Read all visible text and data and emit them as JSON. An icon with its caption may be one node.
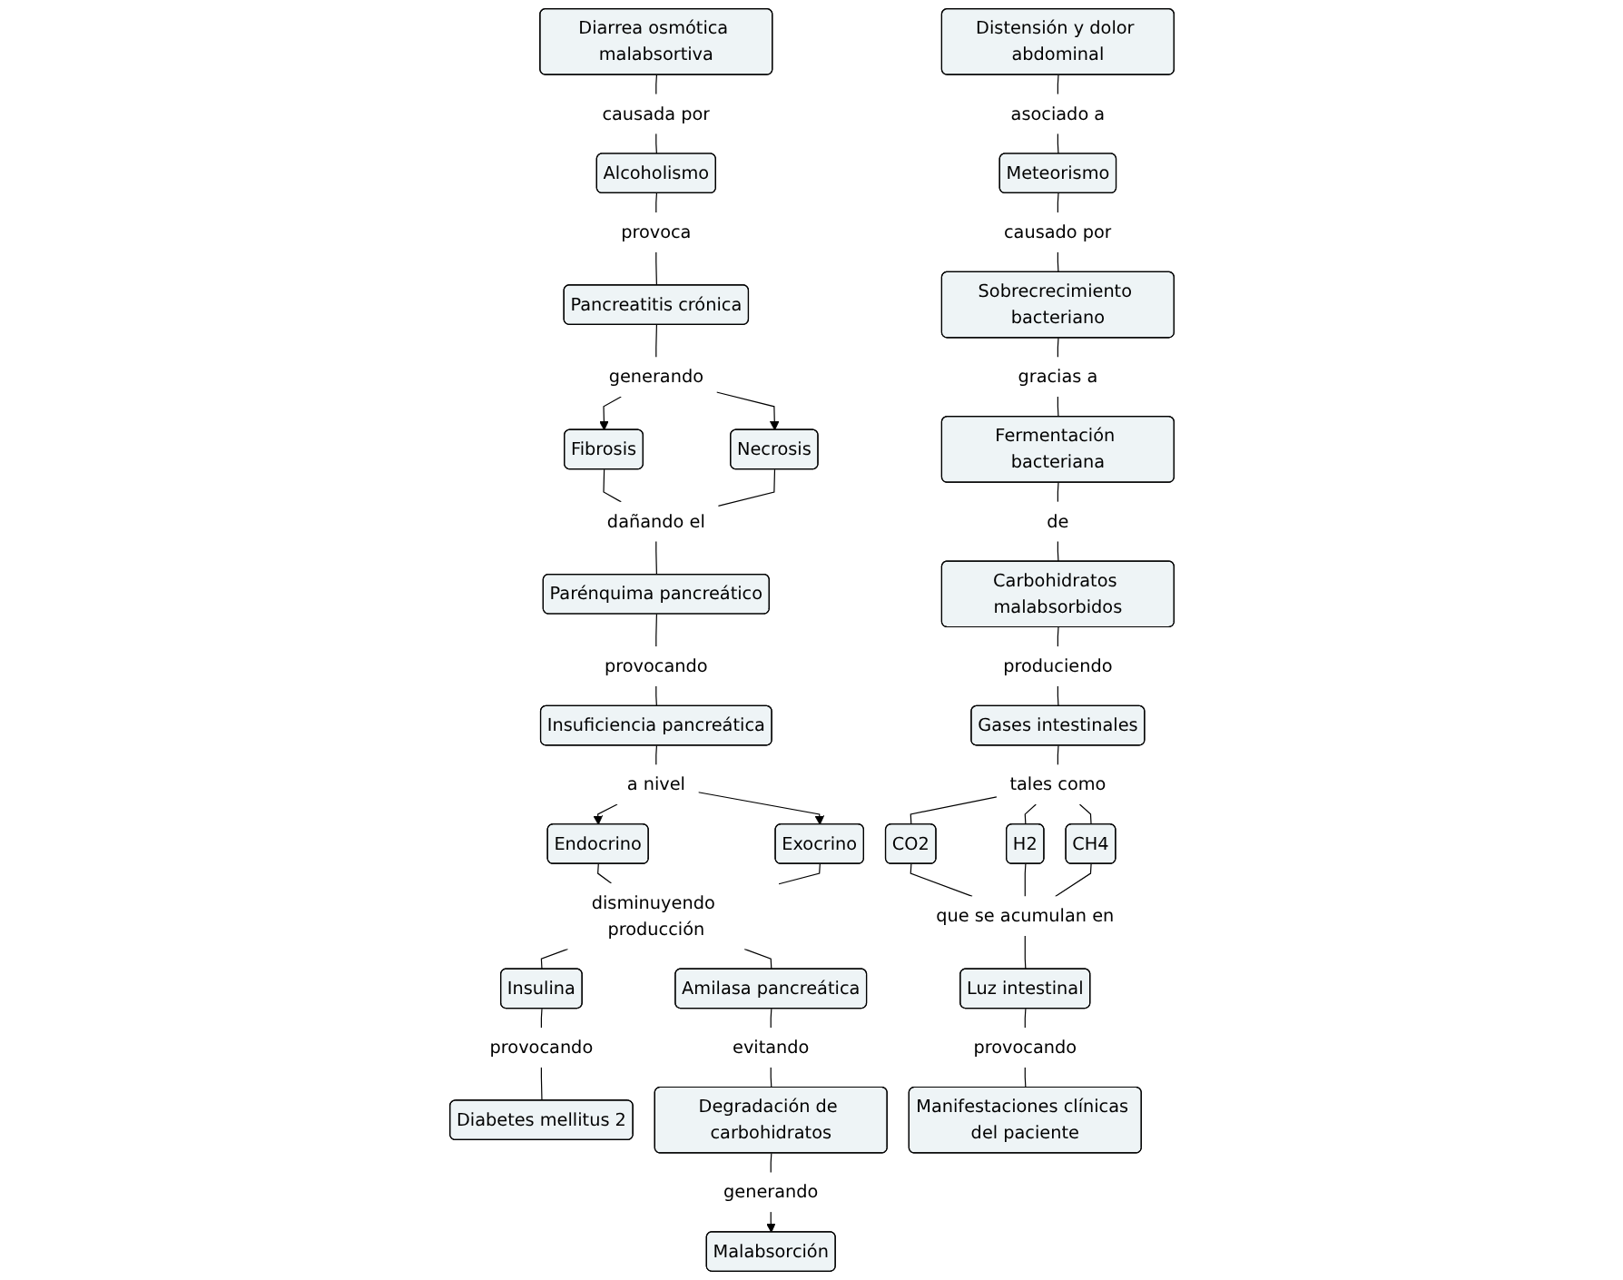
{
  "diagram": {
    "nodes": [
      {
        "text": [
          "Diarrea osmótica malabsortiva"
        ]
      },
      {
        "text": [
          "causada por"
        ]
      },
      {
        "text": [
          "Alcoholismo"
        ]
      },
      {
        "text": [
          "provoca"
        ]
      },
      {
        "text": [
          "Pancreatitis crónica"
        ]
      },
      {
        "text": [
          "generando"
        ]
      },
      {
        "text": [
          "Fibrosis"
        ]
      },
      {
        "text": [
          "Necrosis"
        ]
      },
      {
        "text": [
          "dañando el"
        ]
      },
      {
        "text": [
          "Parénquima pancreático"
        ]
      },
      {
        "text": [
          "provocando"
        ]
      },
      {
        "text": [
          "Insuficiencia pancreática"
        ]
      },
      {
        "text": [
          "a nivel"
        ]
      },
      {
        "text": [
          "Endocrino"
        ]
      },
      {
        "text": [
          "Exocrino"
        ]
      },
      {
        "text": [
          "disminuyendo producción"
        ]
      },
      {
        "text": [
          "Insulina"
        ]
      },
      {
        "text": [
          "Amilasa pancreática"
        ]
      },
      {
        "text": [
          "provocando"
        ]
      },
      {
        "text": [
          "evitando"
        ]
      },
      {
        "text": [
          "Diabetes mellitus 2"
        ]
      },
      {
        "text": [
          "Degradación de carbohidratos"
        ]
      },
      {
        "text": [
          "generando"
        ]
      },
      {
        "text": [
          "Malabsorción"
        ]
      },
      {
        "text": [
          "Distensión y dolor abdominal"
        ]
      },
      {
        "text": [
          "asociado a"
        ]
      },
      {
        "text": [
          "Meteorismo"
        ]
      },
      {
        "text": [
          "causado por"
        ]
      },
      {
        "text": [
          "Sobrecrecimiento bacteriano"
        ]
      },
      {
        "text": [
          "gracias a"
        ]
      },
      {
        "text": [
          "Fermentación bacteriana"
        ]
      },
      {
        "text": [
          "de"
        ]
      },
      {
        "text": [
          "Carbohidratos malabsorbidos"
        ]
      },
      {
        "text": [
          "produciendo"
        ]
      },
      {
        "text": [
          "Gases intestinales"
        ]
      },
      {
        "text": [
          "tales como"
        ]
      },
      {
        "text": [
          "CO2"
        ]
      },
      {
        "text": [
          "H2"
        ]
      },
      {
        "text": [
          "CH4"
        ]
      },
      {
        "text": [
          "que se acumulan en"
        ]
      },
      {
        "text": [
          "Luz intestinal"
        ]
      },
      {
        "text": [
          "provocando"
        ]
      },
      {
        "text": [
          "Manifestaciones clínicas del paciente"
        ]
      }
    ],
    "edges": [
      {
        "from": 0,
        "to": 1,
        "arrow": "none"
      },
      {
        "from": 1,
        "to": 2,
        "arrow": "none"
      },
      {
        "from": 2,
        "to": 3,
        "arrow": "none"
      },
      {
        "from": 3,
        "to": 4,
        "arrow": "none"
      },
      {
        "from": 4,
        "to": 5,
        "arrow": "none"
      },
      {
        "from": 5,
        "to": 6,
        "arrow": "to"
      },
      {
        "from": 5,
        "to": 7,
        "arrow": "to"
      },
      {
        "from": 6,
        "to": 8,
        "arrow": "none"
      },
      {
        "from": 7,
        "to": 8,
        "arrow": "none"
      },
      {
        "from": 8,
        "to": 9,
        "arrow": "none"
      },
      {
        "from": 9,
        "to": 10,
        "arrow": "none"
      },
      {
        "from": 10,
        "to": 11,
        "arrow": "none"
      },
      {
        "from": 11,
        "to": 12,
        "arrow": "none"
      },
      {
        "from": 12,
        "to": 13,
        "arrow": "to"
      },
      {
        "from": 12,
        "to": 14,
        "arrow": "to"
      },
      {
        "from": 13,
        "to": 15,
        "arrow": "none"
      },
      {
        "from": 14,
        "to": 15,
        "arrow": "none"
      },
      {
        "from": 15,
        "to": 16,
        "arrow": "none"
      },
      {
        "from": 15,
        "to": 17,
        "arrow": "none"
      },
      {
        "from": 16,
        "to": 18,
        "arrow": "none"
      },
      {
        "from": 18,
        "to": 20,
        "arrow": "none"
      },
      {
        "from": 17,
        "to": 19,
        "arrow": "none"
      },
      {
        "from": 19,
        "to": 21,
        "arrow": "none"
      },
      {
        "from": 21,
        "to": 22,
        "arrow": "none"
      },
      {
        "from": 22,
        "to": 23,
        "arrow": "to"
      },
      {
        "from": 24,
        "to": 25,
        "arrow": "none"
      },
      {
        "from": 25,
        "to": 26,
        "arrow": "none"
      },
      {
        "from": 26,
        "to": 27,
        "arrow": "none"
      },
      {
        "from": 27,
        "to": 28,
        "arrow": "none"
      },
      {
        "from": 28,
        "to": 29,
        "arrow": "none"
      },
      {
        "from": 29,
        "to": 30,
        "arrow": "none"
      },
      {
        "from": 30,
        "to": 31,
        "arrow": "none"
      },
      {
        "from": 31,
        "to": 32,
        "arrow": "none"
      },
      {
        "from": 32,
        "to": 33,
        "arrow": "none"
      },
      {
        "from": 33,
        "to": 34,
        "arrow": "none"
      },
      {
        "from": 34,
        "to": 35,
        "arrow": "none"
      },
      {
        "from": 35,
        "to": 36,
        "arrow": "none"
      },
      {
        "from": 35,
        "to": 37,
        "arrow": "none"
      },
      {
        "from": 35,
        "to": 38,
        "arrow": "none"
      },
      {
        "from": 36,
        "to": 39,
        "arrow": "none"
      },
      {
        "from": 37,
        "to": 39,
        "arrow": "none"
      },
      {
        "from": 38,
        "to": 39,
        "arrow": "none"
      },
      {
        "from": 39,
        "to": 40,
        "arrow": "none"
      },
      {
        "from": 40,
        "to": 41,
        "arrow": "none"
      },
      {
        "from": 41,
        "to": 42,
        "arrow": "none"
      }
    ]
  }
}
